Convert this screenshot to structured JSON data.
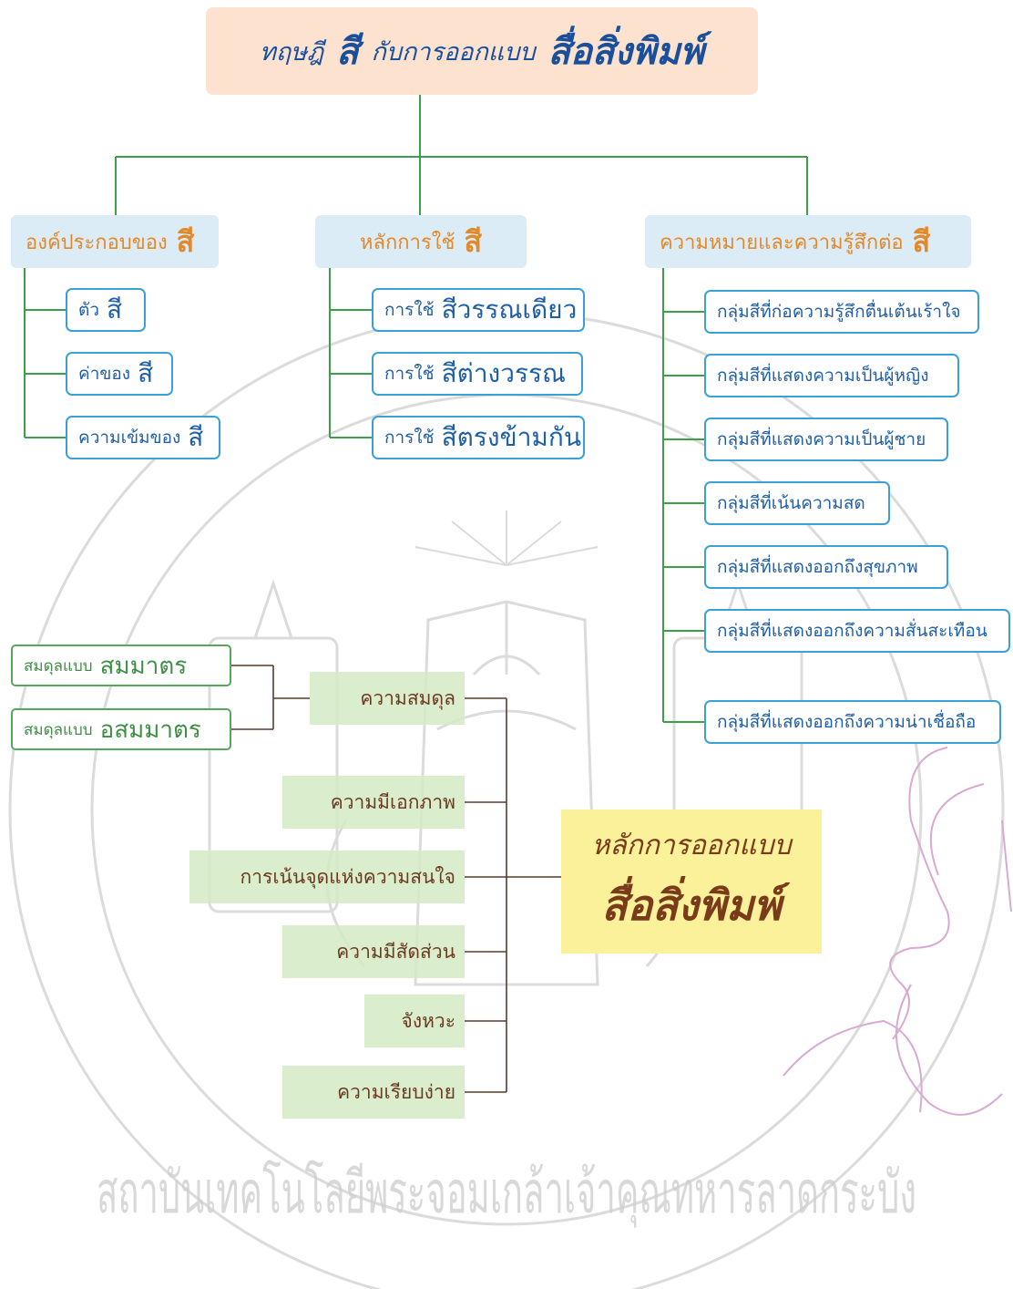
{
  "title": {
    "part1": "ทฤษฎี",
    "part2": "สี",
    "part3": "กับการออกแบบ",
    "part4": "สื่อสิ่งพิมพ์"
  },
  "categories": [
    {
      "label": "องค์ประกอบของ",
      "highlight": "สี",
      "items": [
        {
          "a": "ตัว",
          "b": "สี"
        },
        {
          "a": "ค่าของ",
          "b": "สี"
        },
        {
          "a": "ความเข้มของ",
          "b": "สี"
        }
      ]
    },
    {
      "label": "หลักการใช้",
      "highlight": "สี",
      "items": [
        {
          "a": "การใช้",
          "b": "สีวรรณเดียว"
        },
        {
          "a": "การใช้",
          "b": "สีต่างวรรณ"
        },
        {
          "a": "การใช้",
          "b": "สีตรงข้ามกัน"
        }
      ]
    },
    {
      "label": "ความหมายและความรู้สึกต่อ",
      "highlight": "สี",
      "items": [
        "กลุ่มสีที่ก่อความรู้สึกตื่นเต้นเร้าใจ",
        "กลุ่มสีที่แสดงความเป็นผู้หญิง",
        "กลุ่มสีที่แสดงความเป็นผู้ชาย",
        "กลุ่มสีที่เน้นความสด",
        "กลุ่มสีที่แสดงออกถึงสุขภาพ",
        "กลุ่มสีที่แสดงออกถึงความสั่นสะเทือน",
        "กลุ่มสีที่แสดงออกถึงความน่าเชื่อถือ"
      ]
    }
  ],
  "balance_types": [
    {
      "a": "สมดุลแบบ",
      "b": "สมมาตร"
    },
    {
      "a": "สมดุลแบบ",
      "b": "อสมมาตร"
    }
  ],
  "principles": [
    "ความสมดุล",
    "ความมีเอกภาพ",
    "การเน้นจุดแห่งความสนใจ",
    "ความมีสัดส่วน",
    "จังหวะ",
    "ความเรียบง่าย"
  ],
  "core": {
    "line1": "หลักการออกแบบ",
    "line2": "สื่อสิ่งพิมพ์"
  },
  "watermark": {
    "text": "สถาบันเทคโนโลยีพระจอมเกล้าเจ้าคุณทหารลาดกระบัง"
  },
  "colors": {
    "tree_line": "#3aa04a",
    "title_bg": "#fde3cf",
    "title_text": "#1a4f9c",
    "category_bg": "#dcecf6",
    "category_text": "#e2892a",
    "item_border": "#3aa0d8",
    "item_text": "#1f5fa8",
    "balance_border": "#55a85a",
    "principle_bg": "#d4eac4",
    "principle_text": "#6b3a1f",
    "core_bg": "#fbf19a",
    "watermark": "#c9c9c9"
  }
}
